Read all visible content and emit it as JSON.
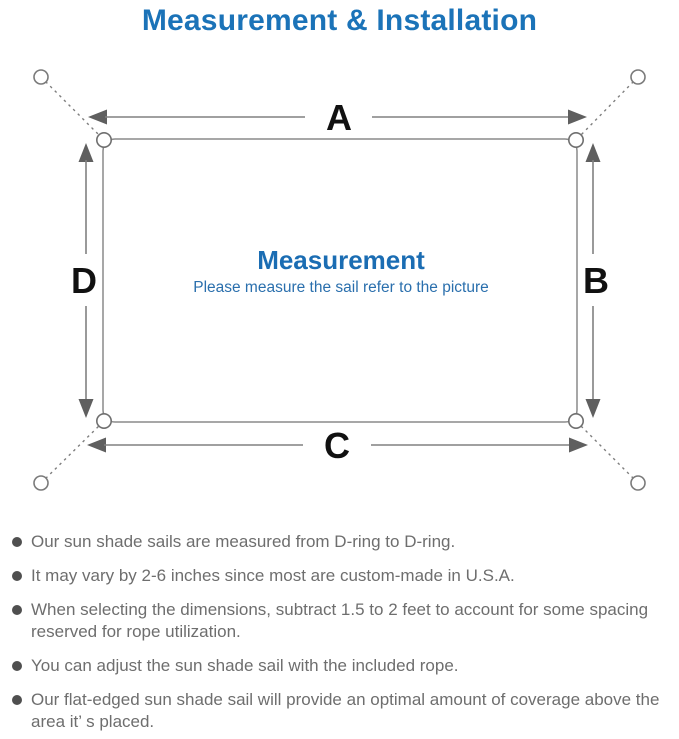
{
  "header": {
    "title": "Measurement & Installation"
  },
  "diagram": {
    "dimension_labels": {
      "a": "A",
      "b": "B",
      "c": "C",
      "d": "D"
    },
    "center": {
      "title": "Measurement",
      "subtitle": "Please measure the sail refer to the picture"
    }
  },
  "notes": {
    "items": [
      "Our sun shade sails are measured from D-ring to D-ring.",
      "It may vary by 2-6 inches since most are custom-made in U.S.A.",
      "When selecting the dimensions, subtract 1.5 to 2 feet to account for some spacing reserved for rope utilization.",
      "You can adjust the sun shade sail with the included rope.",
      "Our flat-edged sun shade sail will provide an optimal amount of coverage above the area it’ s placed."
    ]
  },
  "colors": {
    "accent_blue": "#1b73b8",
    "center_text_blue": "#1b6db3",
    "diagram_line_gray": "#808080",
    "label_black": "#111111",
    "note_text_gray": "#6e6e6e"
  }
}
